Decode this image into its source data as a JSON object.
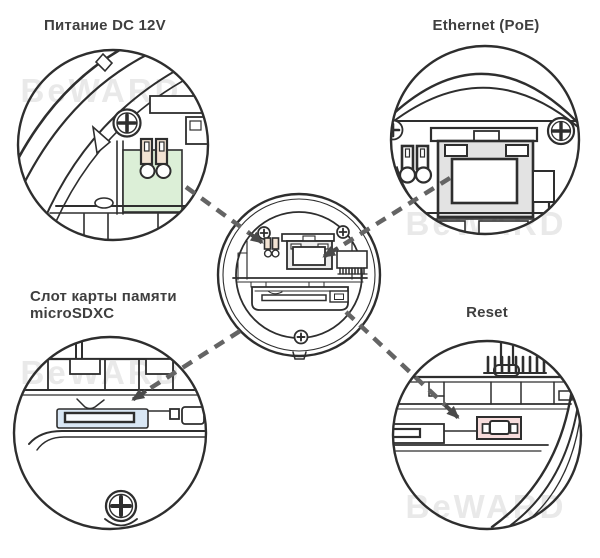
{
  "diagram": {
    "title_hint": "Camera rear connections diagram",
    "watermark_text": "BeWARD",
    "callouts": {
      "power": {
        "label": "Питание DC 12V"
      },
      "ethernet": {
        "label": "Ethernet (PoE)"
      },
      "sd": {
        "label_line1": "Слот карты памяти",
        "label_line2": "microSDXC"
      },
      "reset": {
        "label": "Reset"
      }
    },
    "colors": {
      "line": "#2e2e2e",
      "leader": "#646464",
      "arrow": "#4a4a4a",
      "power_block": "#dcefd7",
      "terminal": "#f2e3d3",
      "jack_gray": "#e3e3e3",
      "sd_blue": "#d9e7f5",
      "sd_slot_inner": "#f7fafd",
      "reset_pink": "#f7dcdc",
      "watermark": "#e9e9e9",
      "label_text": "#3f3f3f"
    }
  }
}
